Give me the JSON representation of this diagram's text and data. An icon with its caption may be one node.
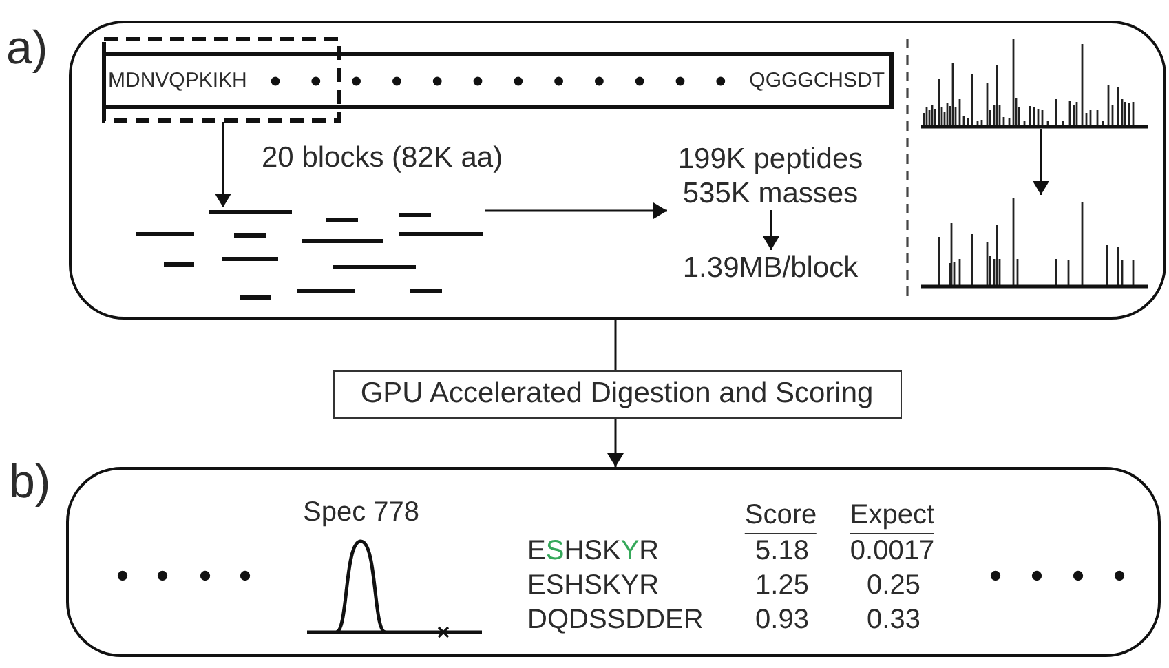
{
  "diagram": {
    "nodes": [
      {
        "text": [
          "a)"
        ]
      },
      {
        "text": [
          "QGGGCHSDT"
        ],
        "in": 0
      },
      {
        "text": [
          "MDNVQPKIKH"
        ],
        "in": 0
      },
      {
        "text": [],
        "shape": "picture",
        "in": 0
      },
      {
        "text": [
          "199K peptides 535K masses"
        ],
        "in": 0
      },
      {
        "text": [
          "1.39MB/block"
        ],
        "in": 0
      },
      {
        "text": [],
        "shape": "picture",
        "in": 0
      },
      {
        "text": [],
        "shape": "picture",
        "in": 0
      },
      {
        "text": [
          "GPU Accelerated Digestion and Scoring"
        ]
      },
      {
        "text": [
          "b)"
        ]
      }
    ],
    "edges": [
      {
        "from": 2,
        "to": 3,
        "arrow": "to",
        "label": "20 blocks (82K aa)"
      },
      {
        "from": 3,
        "to": 4,
        "arrow": "to"
      },
      {
        "from": 4,
        "to": 5,
        "arrow": "to"
      },
      {
        "from": 6,
        "to": 7,
        "arrow": "to"
      },
      {
        "from": 0,
        "to": 8,
        "arrow": "none"
      },
      {
        "from": 8,
        "to": 9,
        "arrow": "to"
      }
    ],
    "labels": [
      "Spec 778",
      "Score",
      "Expect",
      "ESHSKYR",
      "5.18",
      "0.0017",
      "ESHSKYR",
      "1.25",
      "0.25",
      "DQDSSDDER",
      "0.93",
      "0.33"
    ]
  }
}
